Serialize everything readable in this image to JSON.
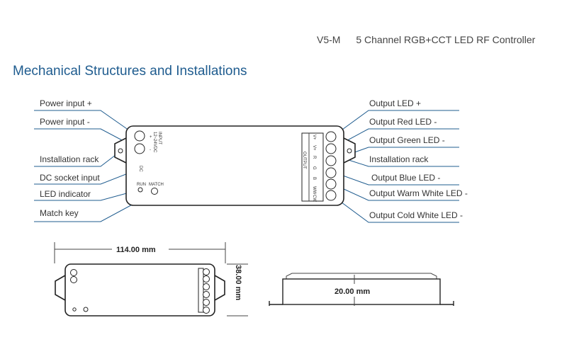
{
  "header": {
    "model": "V5-M",
    "product": "5 Channel RGB+CCT LED RF Controller"
  },
  "section_title": "Mechanical Structures and Installations",
  "left_labels": [
    "Power input +",
    "Power input -",
    "Installation rack",
    "DC socket input",
    "LED indicator",
    "Match key"
  ],
  "right_labels": [
    "Output LED +",
    "Output Red LED -",
    "Output Green LED -",
    "Installation rack",
    "Output Blue LED -",
    "Output Warm White LED -",
    "Output Cold White LED -"
  ],
  "device": {
    "input_label": "INPUT",
    "input_voltage": "12~24VDC",
    "input_plus": "+",
    "input_minus": "-",
    "output_label": "OUTPUT",
    "run_label": "RUN",
    "match_label": "MATCH",
    "dc_label": "DC",
    "output_terminals": [
      "V+",
      "V+",
      "R",
      "G",
      "B",
      "WW",
      "CW"
    ]
  },
  "dimensions": {
    "length": "114.00 mm",
    "width": "38.00 mm",
    "height": "20.00 mm"
  }
}
